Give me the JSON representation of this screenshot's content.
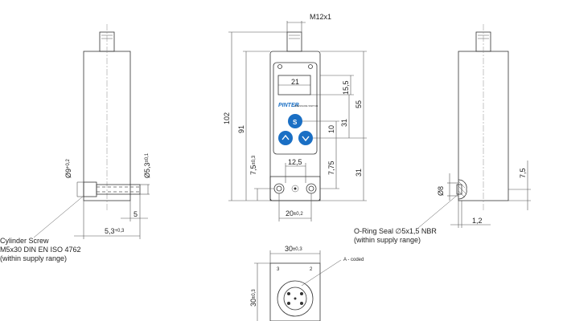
{
  "colors": {
    "line": "#333333",
    "button": "#1a6fc4",
    "logo": "#1a6fc4"
  },
  "front": {
    "thread": "M12x1",
    "dim_21": "21",
    "dim_15_5": "15,5",
    "dim_55": "55",
    "dim_102": "102",
    "dim_91": "91",
    "dim_31_upper": "31",
    "dim_10": "10",
    "dim_7_5": "7,5",
    "dim_7_5_tol": "±0,3",
    "dim_12_5": "12,5",
    "dim_7_75": "7,75",
    "dim_31_lower": "31",
    "dim_20": "20",
    "dim_20_tol": "±0,2",
    "logo": "PINTER",
    "logo_sub": "PRESSURE SWITCH",
    "button_s": "S",
    "up_icon": "chevron-up-icon",
    "down_icon": "chevron-down-icon"
  },
  "left": {
    "dim_9": "Ø9",
    "dim_9_tol": "+0,2",
    "dim_5_3": "Ø5,3",
    "dim_5_3_tol": "±0,1",
    "dim_5": "5",
    "dim_5_3_bottom": "5,3",
    "dim_5_3_bottom_tol": "+0,3",
    "screw_label": [
      "Cylinder Screw",
      "M5x30 DIN EN ISO 4762",
      "(within supply range)"
    ]
  },
  "right": {
    "dim_8": "Ø8",
    "dim_7_5": "7,5",
    "dim_1_2": "1,2",
    "oring_label": [
      "O-Ring Seal ∅5x1,5 NBR",
      "(within supply range)"
    ]
  },
  "bottom": {
    "dim_30_h": "30",
    "dim_30_h_tol": "±0,3",
    "dim_30_v": "30",
    "dim_30_v_tol": "±0,3",
    "pin_3": "3",
    "pin_2": "2",
    "coding": "A - coded"
  }
}
